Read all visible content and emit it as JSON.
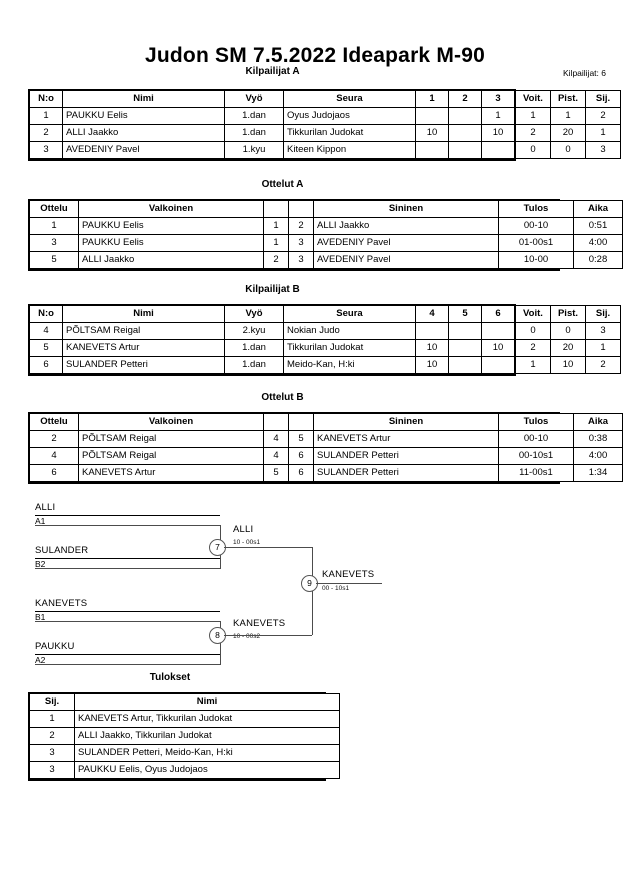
{
  "header": {
    "title": "Judon SM  7.5.2022  Ideapark   M-90",
    "competitor_count": "Kilpailijat: 6"
  },
  "pool_a": {
    "caption": "Kilpailijat A",
    "columns": [
      "N:o",
      "Nimi",
      "Vyö",
      "Seura",
      "1",
      "2",
      "3",
      "Voit.",
      "Pist.",
      "Sij."
    ],
    "rows": [
      {
        "no": "1",
        "name": "PAUKKU Eelis",
        "belt": "1.dan",
        "club": "Oyus Judojaos",
        "r1": "",
        "r2": "",
        "r3": "1",
        "wins": "1",
        "points": "1",
        "place": "2"
      },
      {
        "no": "2",
        "name": "ALLI Jaakko",
        "belt": "1.dan",
        "club": "Tikkurilan Judokat",
        "r1": "10",
        "r2": "",
        "r3": "10",
        "wins": "2",
        "points": "20",
        "place": "1"
      },
      {
        "no": "3",
        "name": "AVEDENIY Pavel",
        "belt": "1.kyu",
        "club": "Kiteen Kippon",
        "r1": "",
        "r2": "",
        "r3": "",
        "wins": "0",
        "points": "0",
        "place": "3"
      }
    ]
  },
  "bouts_a": {
    "caption": "Ottelut A",
    "columns": [
      "Ottelu",
      "Valkoinen",
      "",
      "",
      "Sininen",
      "Tulos",
      "Aika"
    ],
    "rows": [
      {
        "bout": "1",
        "white": "PAUKKU Eelis",
        "wn": "1",
        "bn": "2",
        "blue": "ALLI Jaakko",
        "result": "00-10",
        "time": "0:51"
      },
      {
        "bout": "3",
        "white": "PAUKKU Eelis",
        "wn": "1",
        "bn": "3",
        "blue": "AVEDENIY Pavel",
        "result": "01-00s1",
        "time": "4:00"
      },
      {
        "bout": "5",
        "white": "ALLI Jaakko",
        "wn": "2",
        "bn": "3",
        "blue": "AVEDENIY Pavel",
        "result": "10-00",
        "time": "0:28"
      }
    ]
  },
  "pool_b": {
    "caption": "Kilpailijat B",
    "columns": [
      "N:o",
      "Nimi",
      "Vyö",
      "Seura",
      "4",
      "5",
      "6",
      "Voit.",
      "Pist.",
      "Sij."
    ],
    "rows": [
      {
        "no": "4",
        "name": "PÕLTSAM Reigal",
        "belt": "2.kyu",
        "club": "Nokian Judo",
        "r1": "",
        "r2": "",
        "r3": "",
        "wins": "0",
        "points": "0",
        "place": "3"
      },
      {
        "no": "5",
        "name": "KANEVETS Artur",
        "belt": "1.dan",
        "club": "Tikkurilan Judokat",
        "r1": "10",
        "r2": "",
        "r3": "10",
        "wins": "2",
        "points": "20",
        "place": "1"
      },
      {
        "no": "6",
        "name": "SULANDER Petteri",
        "belt": "1.dan",
        "club": "Meido-Kan, H:ki",
        "r1": "10",
        "r2": "",
        "r3": "",
        "wins": "1",
        "points": "10",
        "place": "2"
      }
    ]
  },
  "bouts_b": {
    "caption": "Ottelut B",
    "columns": [
      "Ottelu",
      "Valkoinen",
      "",
      "",
      "Sininen",
      "Tulos",
      "Aika"
    ],
    "rows": [
      {
        "bout": "2",
        "white": "PÕLTSAM Reigal",
        "wn": "4",
        "bn": "5",
        "blue": "KANEVETS Artur",
        "result": "00-10",
        "time": "0:38"
      },
      {
        "bout": "4",
        "white": "PÕLTSAM Reigal",
        "wn": "4",
        "bn": "6",
        "blue": "SULANDER Petteri",
        "result": "00-10s1",
        "time": "4:00"
      },
      {
        "bout": "6",
        "white": "KANEVETS Artur",
        "wn": "5",
        "bn": "6",
        "blue": "SULANDER Petteri",
        "result": "11-00s1",
        "time": "1:34"
      }
    ]
  },
  "bracket": {
    "entrants": [
      {
        "name": "ALLI",
        "seed": "A1"
      },
      {
        "name": "SULANDER",
        "seed": "B2"
      },
      {
        "name": "KANEVETS",
        "seed": "B1"
      },
      {
        "name": "PAUKKU",
        "seed": "A2"
      }
    ],
    "matches": [
      {
        "number": "7",
        "winner": "ALLI",
        "score": "10 - 00s1"
      },
      {
        "number": "8",
        "winner": "KANEVETS",
        "score": "10 - 00s2"
      },
      {
        "number": "9",
        "winner": "KANEVETS",
        "score": "00 - 10s1"
      }
    ]
  },
  "results": {
    "caption": "Tulokset",
    "columns": [
      "Sij.",
      "Nimi"
    ],
    "rows": [
      {
        "place": "1",
        "name": "KANEVETS Artur, Tikkurilan Judokat"
      },
      {
        "place": "2",
        "name": "ALLI Jaakko, Tikkurilan Judokat"
      },
      {
        "place": "3",
        "name": "SULANDER Petteri, Meido-Kan, H:ki"
      },
      {
        "place": "3",
        "name": "PAUKKU Eelis, Oyus Judojaos"
      }
    ]
  }
}
